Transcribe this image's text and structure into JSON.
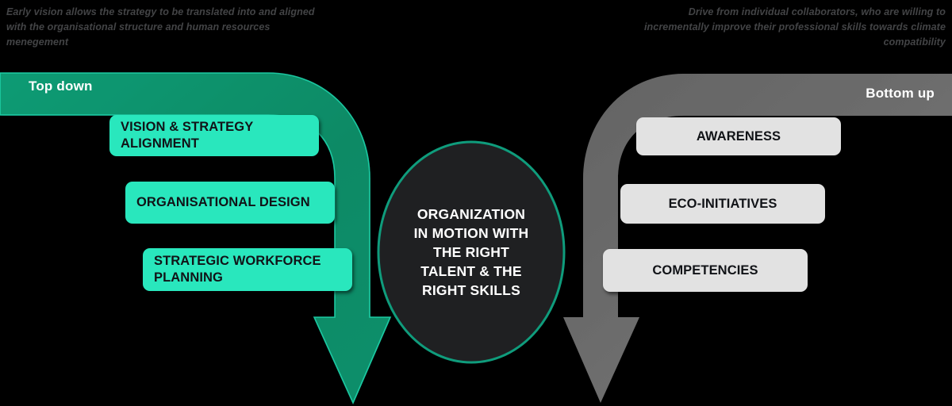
{
  "captions": {
    "left": "Early vision allows the strategy to be translated into and aligned with the organisational structure and human resources menegement",
    "right": "Drive from individual collaborators, who are willing to incrementally improve their professional skills towards climate compatibility"
  },
  "left_flow": {
    "band_label": "Top down",
    "band_color": "#0b8a66",
    "box_color": "#29e7bd",
    "arrow_color": "#12997a",
    "boxes": [
      {
        "label": "VISION & STRATEGY ALIGNMENT"
      },
      {
        "label": "ORGANISATIONAL DESIGN"
      },
      {
        "label": "STRATEGIC WORKFORCE PLANNING"
      }
    ]
  },
  "right_flow": {
    "band_label": "Bottom up",
    "band_color": "#6b6b6b",
    "box_color": "#e2e2e2",
    "arrow_color": "#6b6b6b",
    "boxes": [
      {
        "label": "AWARENESS"
      },
      {
        "label": "ECO-INITIATIVES"
      },
      {
        "label": "COMPETENCIES"
      }
    ]
  },
  "center": {
    "text": "ORGANIZATION IN MOTION WITH THE RIGHT TALENT & THE RIGHT SKILLS",
    "lines": [
      "ORGANIZATION",
      "IN MOTION WITH",
      "THE RIGHT",
      "TALENT & THE",
      "RIGHT SKILLS"
    ],
    "fill_color": "#1f2022",
    "stroke_color": "#0f9c7c"
  },
  "background_color": "#000000"
}
